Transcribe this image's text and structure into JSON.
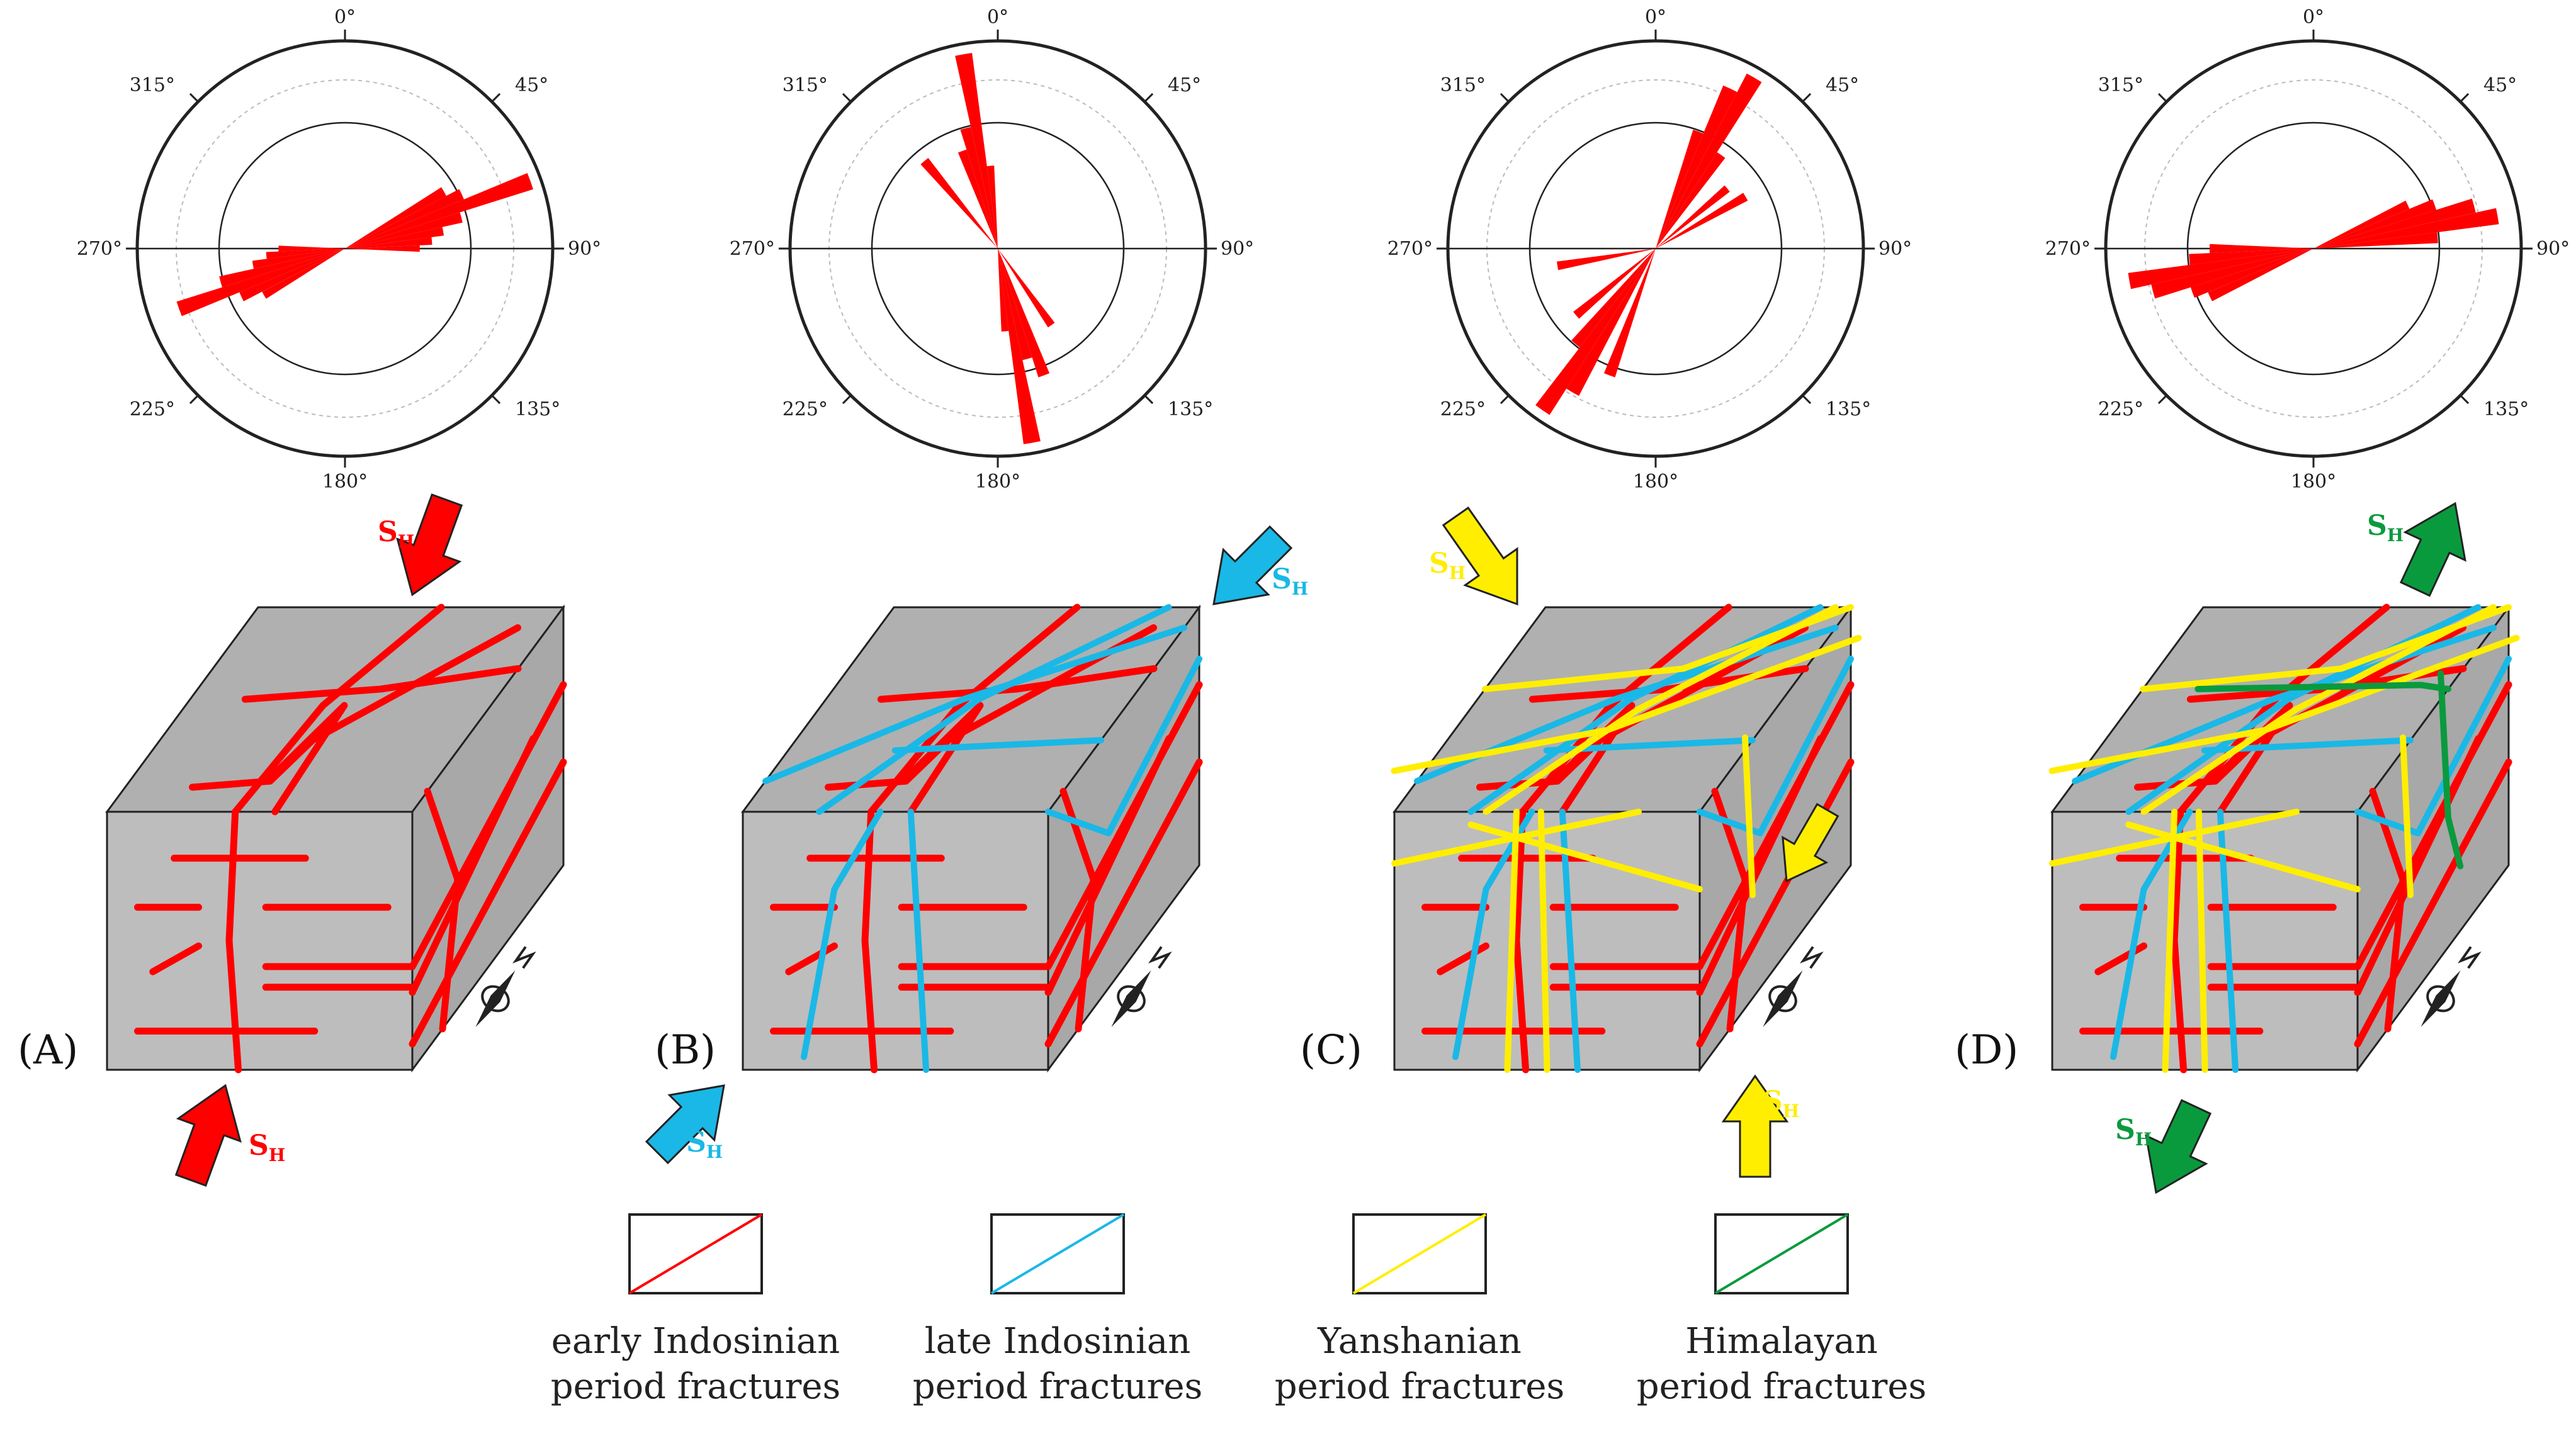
{
  "colors": {
    "early": "#ff0000",
    "late": "#1ab8e6",
    "yan": "#ffee00",
    "him": "#0a9a3e",
    "box_face": "#bdbdbd",
    "box_top": "#b0b0b0",
    "box_side": "#a8a8a8"
  },
  "rose_labels": [
    "0°",
    "45°",
    "90°",
    "135°",
    "180°",
    "225°",
    "270°",
    "315°"
  ],
  "sh_label": {
    "main": "S",
    "sub": "H"
  },
  "panels": [
    {
      "label": "(A)",
      "rose_color": "early",
      "rose_bins": [
        [
          60,
          0.55
        ],
        [
          65,
          0.62
        ],
        [
          70,
          0.95
        ],
        [
          75,
          0.58
        ],
        [
          80,
          0.48
        ],
        [
          85,
          0.42
        ],
        [
          90,
          0.36
        ],
        [
          240,
          0.45
        ],
        [
          245,
          0.55
        ],
        [
          250,
          0.85
        ],
        [
          255,
          0.62
        ],
        [
          260,
          0.45
        ],
        [
          265,
          0.38
        ],
        [
          270,
          0.32
        ]
      ]
    },
    {
      "label": "(B)",
      "rose_color": "early",
      "rose_bins": [
        [
          340,
          0.5
        ],
        [
          345,
          0.6
        ],
        [
          350,
          0.95
        ],
        [
          355,
          0.4
        ],
        [
          165,
          0.55
        ],
        [
          160,
          0.65
        ],
        [
          170,
          0.95
        ],
        [
          175,
          0.4
        ],
        [
          320,
          0.55
        ],
        [
          145,
          0.45
        ]
      ]
    },
    {
      "label": "(C)",
      "rose_color": "early",
      "rose_bins": [
        [
          20,
          0.6
        ],
        [
          25,
          0.85
        ],
        [
          30,
          0.95
        ],
        [
          35,
          0.55
        ],
        [
          50,
          0.45
        ],
        [
          60,
          0.5
        ],
        [
          200,
          0.65
        ],
        [
          210,
          0.8
        ],
        [
          215,
          0.95
        ],
        [
          220,
          0.6
        ],
        [
          230,
          0.5
        ],
        [
          260,
          0.48
        ]
      ]
    },
    {
      "label": "(D)",
      "rose_color": "early",
      "rose_bins": [
        [
          65,
          0.5
        ],
        [
          70,
          0.62
        ],
        [
          75,
          0.8
        ],
        [
          80,
          0.9
        ],
        [
          85,
          0.6
        ],
        [
          245,
          0.55
        ],
        [
          250,
          0.62
        ],
        [
          255,
          0.8
        ],
        [
          260,
          0.9
        ],
        [
          265,
          0.6
        ],
        [
          270,
          0.5
        ]
      ]
    }
  ],
  "legend": [
    {
      "color": "early",
      "line1": "early Indosinian",
      "line2": "period fractures"
    },
    {
      "color": "late",
      "line1": "late Indosinian",
      "line2": "period fractures"
    },
    {
      "color": "yan",
      "line1": "Yanshanian",
      "line2": "period fractures"
    },
    {
      "color": "him",
      "line1": "Himalayan",
      "line2": "period fractures"
    }
  ]
}
